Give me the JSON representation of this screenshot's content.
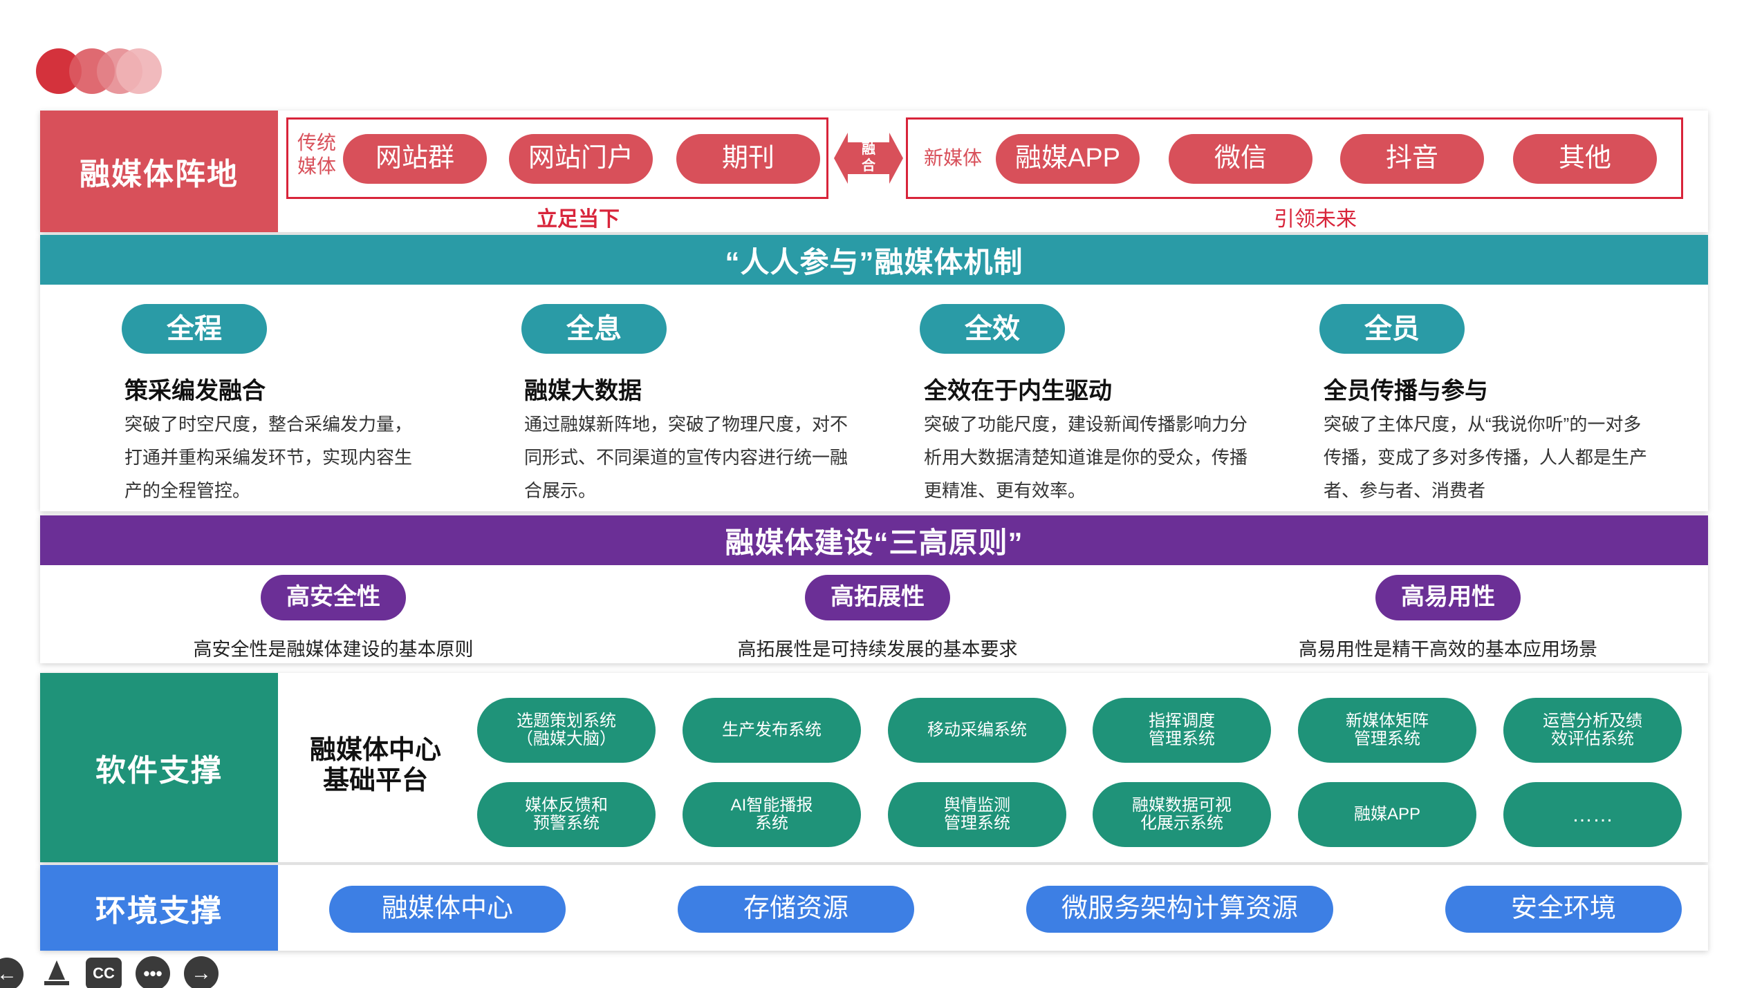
{
  "colors": {
    "red": "#d8505a",
    "red_outline": "#d8243a",
    "teal": "#2a9ba6",
    "purple": "#6b2f96",
    "green": "#1f9379",
    "blue": "#3d7fe4"
  },
  "top": {
    "side_label": "融媒体阵地",
    "traditional_label": "传统\n媒体",
    "traditional_items": [
      "网站群",
      "网站门户",
      "期刊"
    ],
    "fusion_label": "融\n合",
    "new_label": "新媒体",
    "new_items": [
      "融媒APP",
      "微信",
      "抖音",
      "其他"
    ],
    "left_caption": "立足当下",
    "right_caption": "引领未来"
  },
  "mechanism": {
    "title": "“人人参与”融媒体机制",
    "columns": [
      {
        "pill": "全程",
        "title": "策采编发融合",
        "text": "突破了时空尺度，整合采编发力量，打通并重构采编发环节，实现内容生产的全程管控。"
      },
      {
        "pill": "全息",
        "title": "融媒大数据",
        "text": "通过融媒新阵地，突破了物理尺度，对不同形式、不同渠道的宣传内容进行统一融合展示。"
      },
      {
        "pill": "全效",
        "title": "全效在于内生驱动",
        "text": "突破了功能尺度，建设新闻传播影响力分析用大数据清楚知道谁是你的受众，传播更精准、更有效率。"
      },
      {
        "pill": "全员",
        "title": "全员传播与参与",
        "text": "突破了主体尺度，从“我说你听”的一对多传播，变成了多对多传播，人人都是生产者、参与者、消费者"
      }
    ]
  },
  "principles": {
    "title": "融媒体建设“三高原则”",
    "items": [
      {
        "pill": "高安全性",
        "text": "高安全性是融媒体建设的基本原则"
      },
      {
        "pill": "高拓展性",
        "text": "高拓展性是可持续发展的基本要求"
      },
      {
        "pill": "高易用性",
        "text": "高易用性是精干高效的基本应用场景"
      }
    ]
  },
  "software": {
    "side_label": "软件支撑",
    "platform": "融媒体中心\n基础平台",
    "systems": [
      "选题策划系统\n（融媒大脑）",
      "生产发布系统",
      "移动采编系统",
      "指挥调度\n管理系统",
      "新媒体矩阵\n管理系统",
      "运营分析及绩\n效评估系统",
      "媒体反馈和\n预警系统",
      "AI智能播报\n系统",
      "舆情监测\n管理系统",
      "融媒数据可视\n化展示系统",
      "融媒APP",
      "……"
    ]
  },
  "environment": {
    "side_label": "环境支撑",
    "items": [
      "融媒体中心",
      "存储资源",
      "微服务架构计算资源",
      "安全环境"
    ]
  },
  "controls": {
    "cc_label": "CC",
    "icons": [
      "arrow-left-icon",
      "pen-icon",
      "cc-icon",
      "more-icon",
      "arrow-right-icon"
    ]
  }
}
